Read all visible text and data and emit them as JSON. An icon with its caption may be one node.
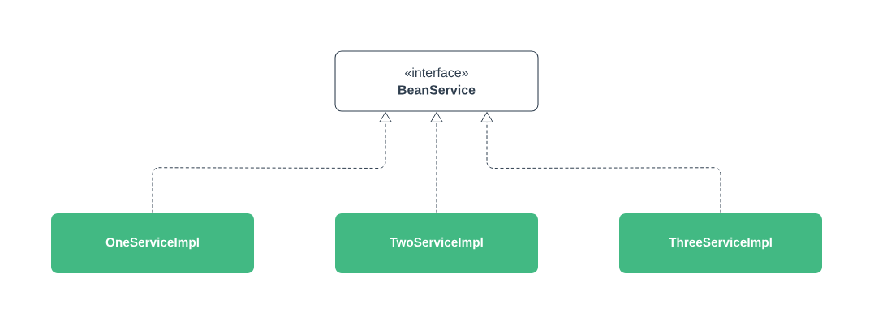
{
  "diagram": {
    "nodes": [
      {
        "text": [
          "«interface»",
          "BeanService"
        ]
      },
      {
        "text": [
          "OneServiceImpl"
        ]
      },
      {
        "text": [
          "TwoServiceImpl"
        ]
      },
      {
        "text": [
          "ThreeServiceImpl"
        ]
      }
    ],
    "edges": [
      {
        "from": 1,
        "to": 0,
        "arrow": "to",
        "style": "dashed"
      },
      {
        "from": 2,
        "to": 0,
        "arrow": "to",
        "style": "dashed"
      },
      {
        "from": 3,
        "to": 0,
        "arrow": "to",
        "style": "dashed"
      }
    ]
  }
}
